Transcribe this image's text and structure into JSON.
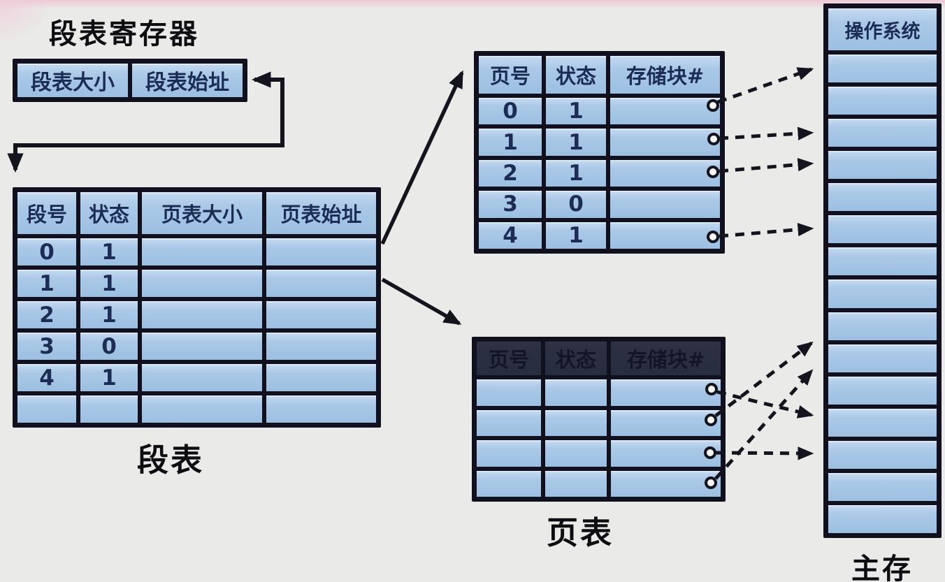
{
  "register": {
    "title": "段表寄存器",
    "size_label": "段表大小",
    "base_label": "段表始址"
  },
  "segment_table": {
    "label": "段表",
    "headers": [
      "段号",
      "状态",
      "页表大小",
      "页表始址"
    ],
    "rows": [
      [
        "0",
        "1",
        "",
        ""
      ],
      [
        "1",
        "1",
        "",
        ""
      ],
      [
        "2",
        "1",
        "",
        ""
      ],
      [
        "3",
        "0",
        "",
        ""
      ],
      [
        "4",
        "1",
        "",
        ""
      ],
      [
        "",
        "",
        "",
        ""
      ]
    ]
  },
  "page_table_top": {
    "headers": [
      "页号",
      "状态",
      "存储块#"
    ],
    "rows": [
      [
        "0",
        "1",
        ""
      ],
      [
        "1",
        "1",
        ""
      ],
      [
        "2",
        "1",
        ""
      ],
      [
        "3",
        "0",
        ""
      ],
      [
        "4",
        "1",
        ""
      ]
    ]
  },
  "page_table_bottom": {
    "label": "页表",
    "headers": [
      "页号",
      "状态",
      "存储块#"
    ],
    "rows": [
      [
        "",
        "",
        ""
      ],
      [
        "",
        "",
        ""
      ],
      [
        "",
        "",
        ""
      ],
      [
        "",
        "",
        ""
      ]
    ]
  },
  "memory": {
    "label": "主存",
    "rows": [
      "操作系统",
      "",
      "",
      "",
      "",
      "",
      "",
      "",
      "",
      "",
      "",
      "",
      "",
      "",
      "",
      ""
    ]
  },
  "colors": {
    "cell_blue": "#a6c6e5",
    "line_dark": "#14141f",
    "background": "#eaeae8",
    "text_navy": "#1c2c55",
    "pink_accent": "#eec9d6"
  }
}
